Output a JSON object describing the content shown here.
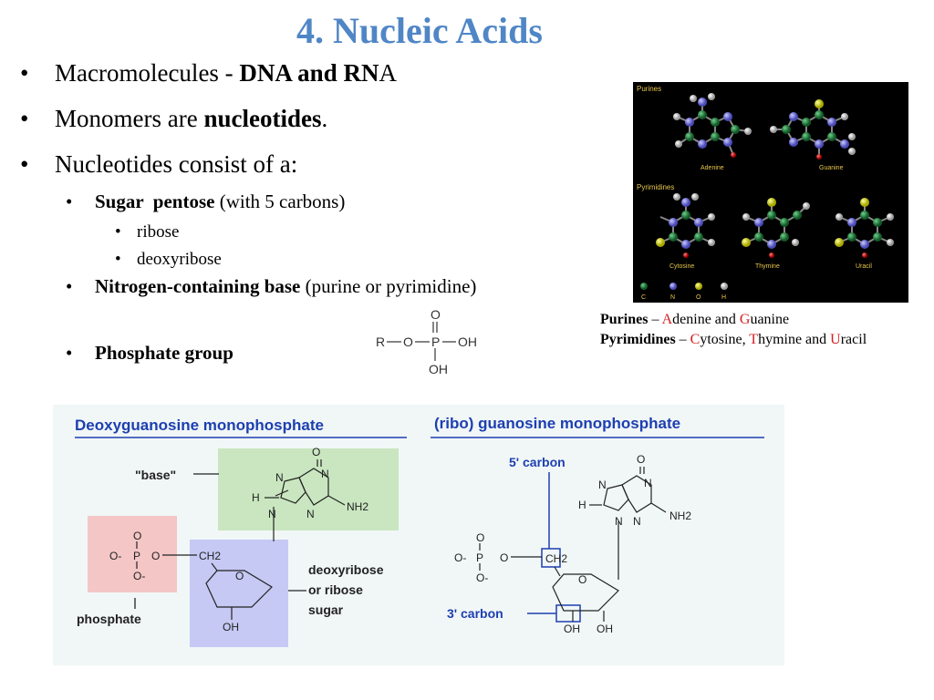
{
  "slide": {
    "title": "4. Nucleic Acids",
    "bullet1_prefix": "Macromolecules - ",
    "bullet1_bold": "DNA and RN",
    "bullet1_suffix": "A",
    "bullet2_prefix": "Monomers are ",
    "bullet2_bold": "nucleotides",
    "bullet2_suffix": ".",
    "bullet3": "Nucleotides consist of a:",
    "sub1_bold": "Sugar  pentose",
    "sub1_rest": " (with 5 carbons)",
    "sub1_items": [
      "ribose",
      "deoxyribose"
    ],
    "sub2_bold": "Nitrogen-containing base",
    "sub2_rest": " (purine or pyrimidine)",
    "sub3_bold": "Phosphate group",
    "bullet_char": "•"
  },
  "bases_panel": {
    "section_purines": "Purines",
    "section_pyrimidines": "Pyrimidines",
    "names": [
      "Adenine",
      "Guanine",
      "Cytosine",
      "Thymine",
      "Uracil"
    ],
    "atom_legend": [
      "C",
      "N",
      "O",
      "H"
    ],
    "atom_colors": {
      "C": "#1f7a3a",
      "N": "#7f7fe8",
      "O": "#e8e830",
      "H": "#dddddd"
    }
  },
  "base_legend": {
    "purines_label": "Purines",
    "dash": " – ",
    "a": "A",
    "a_rest": "denine and ",
    "g": "G",
    "g_rest": "uanine",
    "pyrimidines_label": "Pyrimidines",
    "c": "C",
    "c_rest": "ytosine, ",
    "t": "T",
    "t_rest": "hymine and ",
    "u": "U",
    "u_rest": "racil"
  },
  "phosphate_formula": {
    "o_top": "O",
    "r": "R",
    "o": "O",
    "p": "P",
    "oh_right": "OH",
    "oh_bottom": "OH"
  },
  "figure": {
    "left_title": "Deoxyguanosine monophosphate",
    "right_title": "(ribo) guanosine monophosphate",
    "label_base": "\"base\"",
    "label_phosphate": "phosphate",
    "label_sugar": [
      "deoxyribose",
      "or ribose",
      "sugar"
    ],
    "label_5c": "5' carbon",
    "label_3c": "3' carbon",
    "atoms": {
      "O": "O",
      "N": "N",
      "H": "H",
      "NH2": "NH2",
      "CH2": "CH2",
      "P": "P",
      "OH": "OH",
      "Om": "O-"
    }
  }
}
